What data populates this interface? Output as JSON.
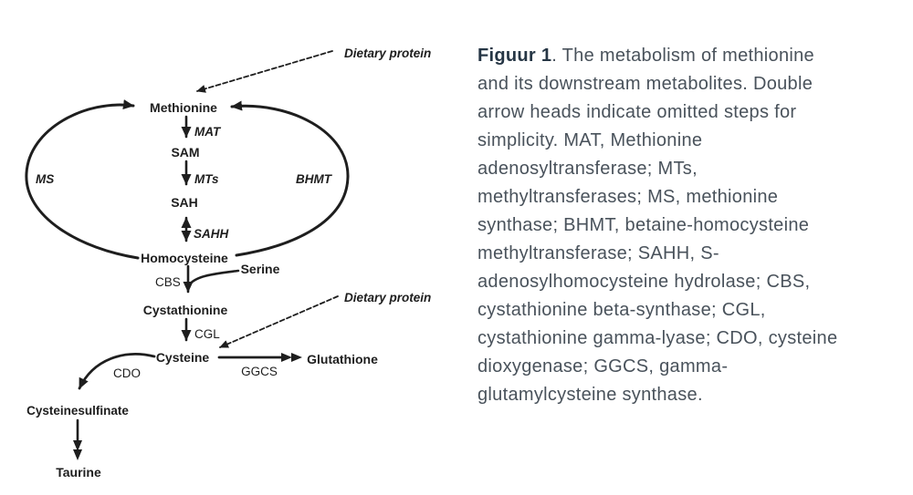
{
  "colors": {
    "background": "#ffffff",
    "diagram_ink": "#1e1e1e",
    "caption_text": "#49525b",
    "figure_label": "#263645"
  },
  "diagram": {
    "annotations": {
      "dietary_protein_top": "Dietary protein",
      "dietary_protein_mid": "Dietary protein"
    },
    "metabolites": {
      "methionine": "Methionine",
      "sam": "SAM",
      "sah": "SAH",
      "homocysteine": "Homocysteine",
      "serine": "Serine",
      "cystathionine": "Cystathionine",
      "cysteine": "Cysteine",
      "glutathione": "Glutathione",
      "cysteinesulfinate": "Cysteinesulfinate",
      "taurine": "Taurine"
    },
    "enzymes": {
      "mat": "MAT",
      "mts": "MTs",
      "sahh": "SAHH",
      "ms": "MS",
      "bhmt": "BHMT",
      "cbs": "CBS",
      "cgl": "CGL",
      "cdo": "CDO",
      "ggcs": "GGCS"
    },
    "edges": [
      {
        "from": "Dietary protein",
        "to": "Methionine",
        "style": "dashed"
      },
      {
        "from": "Methionine",
        "to": "SAM",
        "enzyme": "MAT"
      },
      {
        "from": "SAM",
        "to": "SAH",
        "enzyme": "MTs"
      },
      {
        "from": "SAH",
        "to": "Homocysteine",
        "enzyme": "SAHH",
        "bidirectional": true
      },
      {
        "from": "Homocysteine",
        "to": "Methionine",
        "enzyme": "MS"
      },
      {
        "from": "Homocysteine",
        "to": "Methionine",
        "enzyme": "BHMT"
      },
      {
        "from": "Homocysteine",
        "to": "Cystathionine",
        "enzyme": "CBS",
        "cosubstrate": "Serine"
      },
      {
        "from": "Cystathionine",
        "to": "Cysteine",
        "enzyme": "CGL"
      },
      {
        "from": "Dietary protein",
        "to": "Cysteine",
        "style": "dashed"
      },
      {
        "from": "Cysteine",
        "to": "Glutathione",
        "enzyme": "GGCS",
        "double_arrowhead": true
      },
      {
        "from": "Cysteine",
        "to": "Cysteinesulfinate",
        "enzyme": "CDO"
      },
      {
        "from": "Cysteinesulfinate",
        "to": "Taurine",
        "double_arrowhead": true
      }
    ]
  },
  "caption": {
    "figure_label": "Figuur 1",
    "first_line_rest": ". The metabolism of methionine",
    "lines": [
      "and its downstream metabolites. Double",
      "arrow heads indicate omitted steps for",
      "simplicity. MAT, Methionine",
      "adenosyltransferase; MTs,",
      "methyltransferases; MS, methionine",
      "synthase; BHMT, betaine-homocysteine",
      "methyltransferase; SAHH, S-",
      "adenosylhomocysteine hydrolase; CBS,",
      "cystathionine beta-synthase; CGL,",
      "cystathionine gamma-lyase; CDO, cysteine",
      "dioxygenase; GGCS, gamma-",
      "glutamylcysteine synthase."
    ]
  }
}
